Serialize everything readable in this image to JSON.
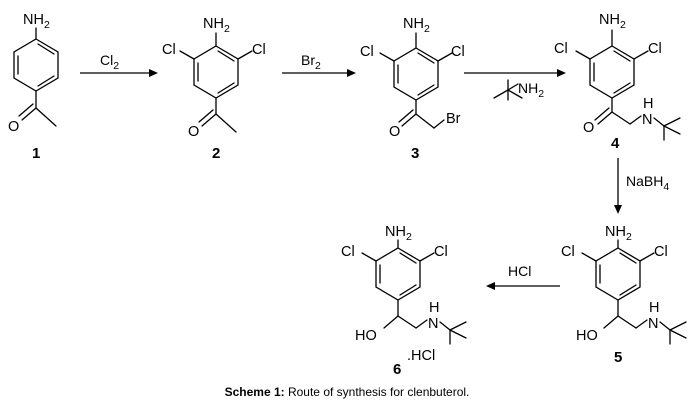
{
  "compounds": [
    {
      "number": "1",
      "substituents": {
        "top": "NH",
        "top_sub": "2",
        "carbonyl_o": "O"
      }
    },
    {
      "number": "2",
      "substituents": {
        "top": "NH",
        "top_sub": "2",
        "left": "Cl",
        "right": "Cl",
        "carbonyl_o": "O"
      }
    },
    {
      "number": "3",
      "substituents": {
        "top": "NH",
        "top_sub": "2",
        "left": "Cl",
        "right": "Cl",
        "carbonyl_o": "O",
        "halide": "Br"
      }
    },
    {
      "number": "4",
      "substituents": {
        "top": "NH",
        "top_sub": "2",
        "left": "Cl",
        "right": "Cl",
        "carbonyl_o": "O",
        "amine_h": "H",
        "amine_n": "N"
      }
    },
    {
      "number": "5",
      "substituents": {
        "top": "NH",
        "top_sub": "2",
        "left": "Cl",
        "right": "Cl",
        "hydroxyl": "HO",
        "amine_h": "H",
        "amine_n": "N"
      }
    },
    {
      "number": "6",
      "substituents": {
        "top": "NH",
        "top_sub": "2",
        "left": "Cl",
        "right": "Cl",
        "hydroxyl": "HO",
        "amine_h": "H",
        "amine_n": "N",
        "salt": ".HCl"
      }
    }
  ],
  "reagents": {
    "step1": {
      "main": "Cl",
      "sub": "2"
    },
    "step2": {
      "main": "Br",
      "sub": "2"
    },
    "step3": {
      "main": "NH",
      "sub": "2"
    },
    "step4": {
      "main": "NaBH",
      "sub": "4"
    },
    "step5": {
      "main": "HCl"
    }
  },
  "caption": {
    "label": "Scheme 1:",
    "text": " Route of synthesis for clenbuterol."
  }
}
